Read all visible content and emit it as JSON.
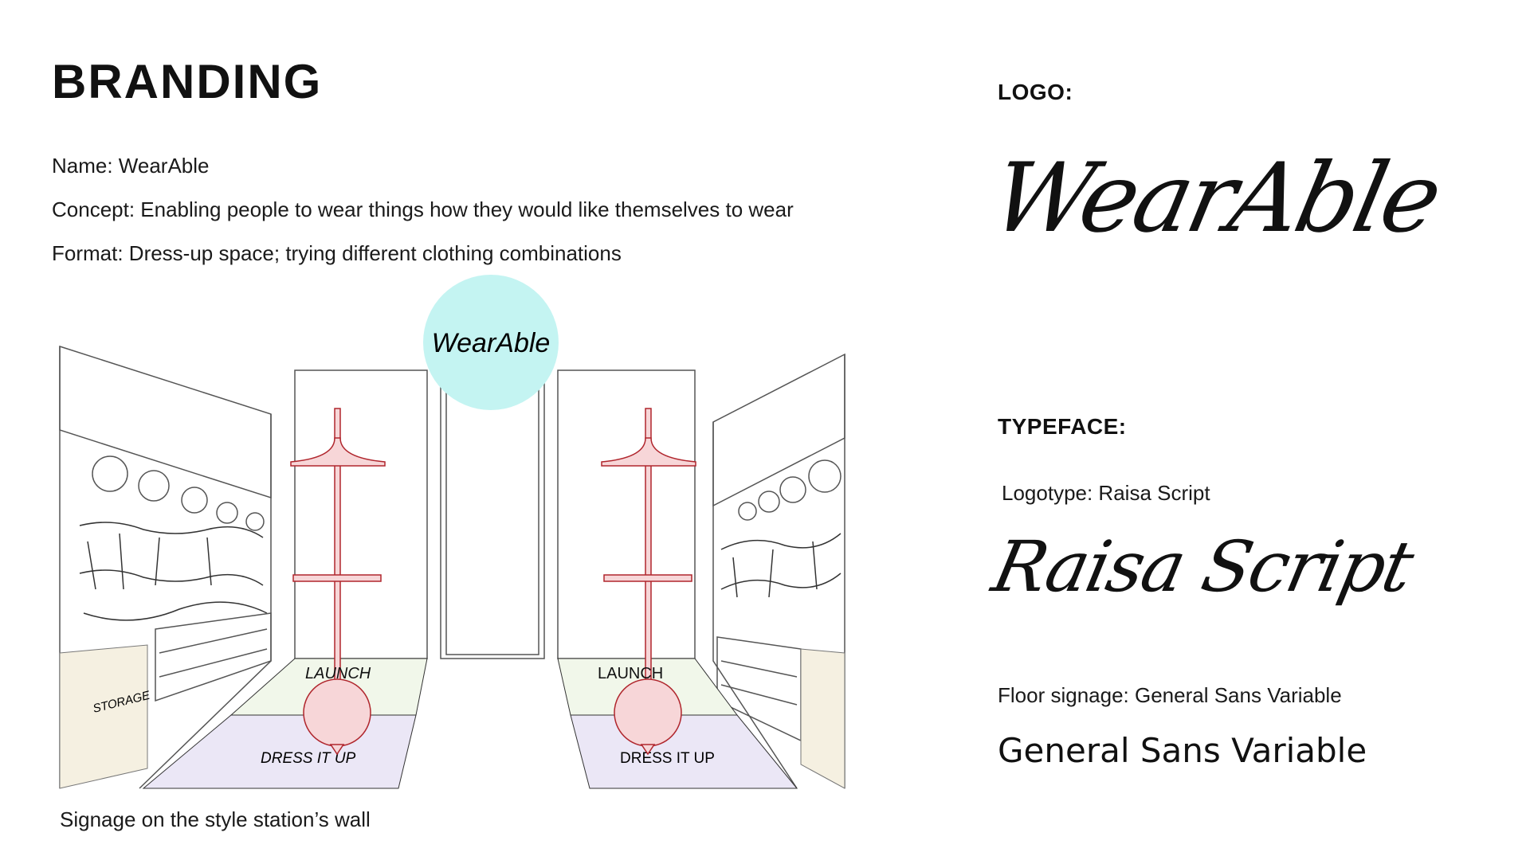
{
  "title": "BRANDING",
  "details": {
    "name": "Name: WearAble",
    "concept": "Concept: Enabling people to wear things how they would like themselves to wear",
    "format": "Format: Dress-up space; trying different clothing combinations"
  },
  "illustration": {
    "sign_logo": "WearAble",
    "storage_label": "STORAGE",
    "floor_launch": "LAUNCH",
    "floor_dress": "DRESS IT UP",
    "caption": "Signage on the style station’s wall",
    "colors": {
      "sign": "#c4f4f2",
      "stand": "#f7d6d8",
      "stand_stroke": "#b0262d",
      "launch_floor": "#f1f7ea",
      "dress_floor": "#ebe7f6",
      "storage": "#f5f0e1"
    }
  },
  "logo": {
    "heading": "LOGO:",
    "wordmark": "WearAble"
  },
  "typeface": {
    "heading": "TYPEFACE:",
    "logotype": "Logotype: Raisa Script",
    "logotype_sample": "Raisa Script",
    "floor_signage": "Floor signage: General Sans Variable",
    "floor_sample": "General Sans Variable"
  }
}
